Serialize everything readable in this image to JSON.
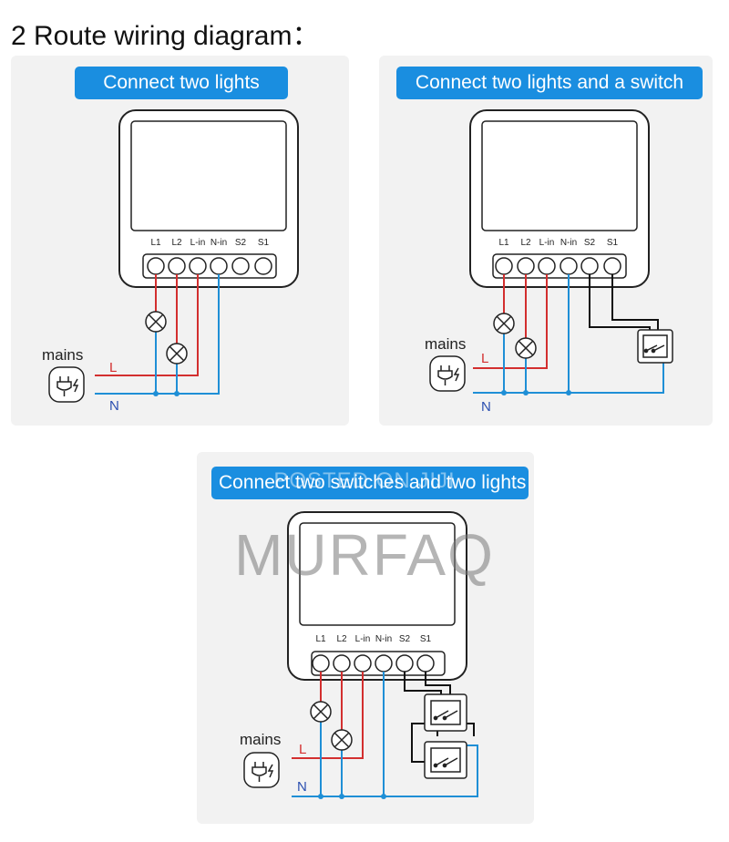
{
  "title": "2 Route wiring diagram：",
  "terminal_labels": [
    "L1",
    "L2",
    "L-in",
    "N-in",
    "S2",
    "S1"
  ],
  "mains_label": "mains",
  "live_label": "L",
  "neutral_label": "N",
  "panels": [
    {
      "header": "Connect two lights"
    },
    {
      "header": "Connect two lights and a switch"
    },
    {
      "header": "Connect two switches and two lights"
    }
  ],
  "watermark": "MURFAQ",
  "watermark_small": "POSTED ON JIJI",
  "colors": {
    "header_bg": "#1a8ee0",
    "live_wire": "#d32f2f",
    "neutral_wire": "#1f8fd6",
    "switch_wire": "#111111"
  }
}
